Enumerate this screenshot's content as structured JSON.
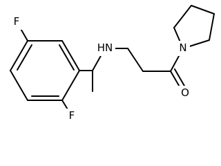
{
  "molecule": {
    "atoms": {
      "fluorine_top": "F",
      "fluorine_bottom": "F",
      "amine_nh": "HN",
      "pyrrolidine_n": "N",
      "carbonyl_o": "O"
    },
    "colors": {
      "bond": "#000000",
      "label": "#000000",
      "background": "#ffffff"
    }
  }
}
